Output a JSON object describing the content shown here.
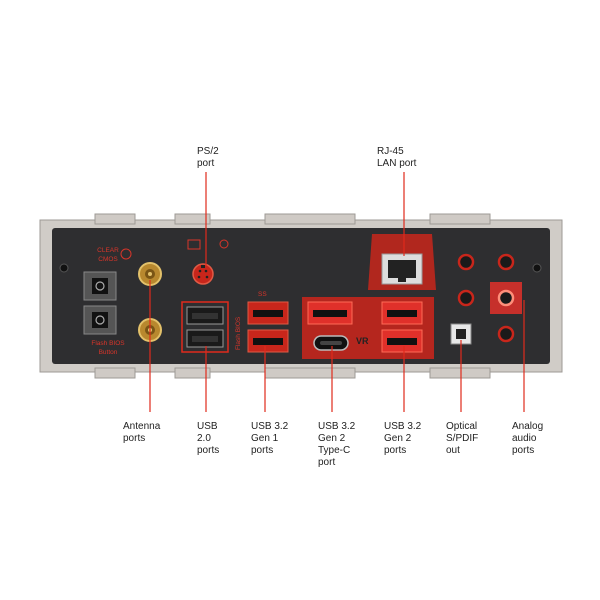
{
  "colors": {
    "accent": "#e02a1c",
    "panel": "#2e2e30",
    "frame": "#c9c6c2",
    "port_red": "#c8261b",
    "leader": "#e02a1c"
  },
  "panel_text": {
    "clear_cmos": "CLEAR\nCMOS",
    "flash_bios": "Flash BIOS\nButton",
    "flash_bios_vertical": "Flash BIOS"
  },
  "labels": {
    "ps2": "PS/2\nport",
    "rj45": "RJ-45\nLAN port",
    "antenna": "Antenna\nports",
    "usb20": "USB\n2.0\nports",
    "usb32g1": "USB 3.2\nGen 1\nports",
    "usb32g2c": "USB 3.2\nGen 2\nType-C\nport",
    "usb32g2": "USB 3.2\nGen 2\nports",
    "optical": "Optical\nS/PDIF\nout",
    "analog": "Analog\naudio\nports"
  }
}
